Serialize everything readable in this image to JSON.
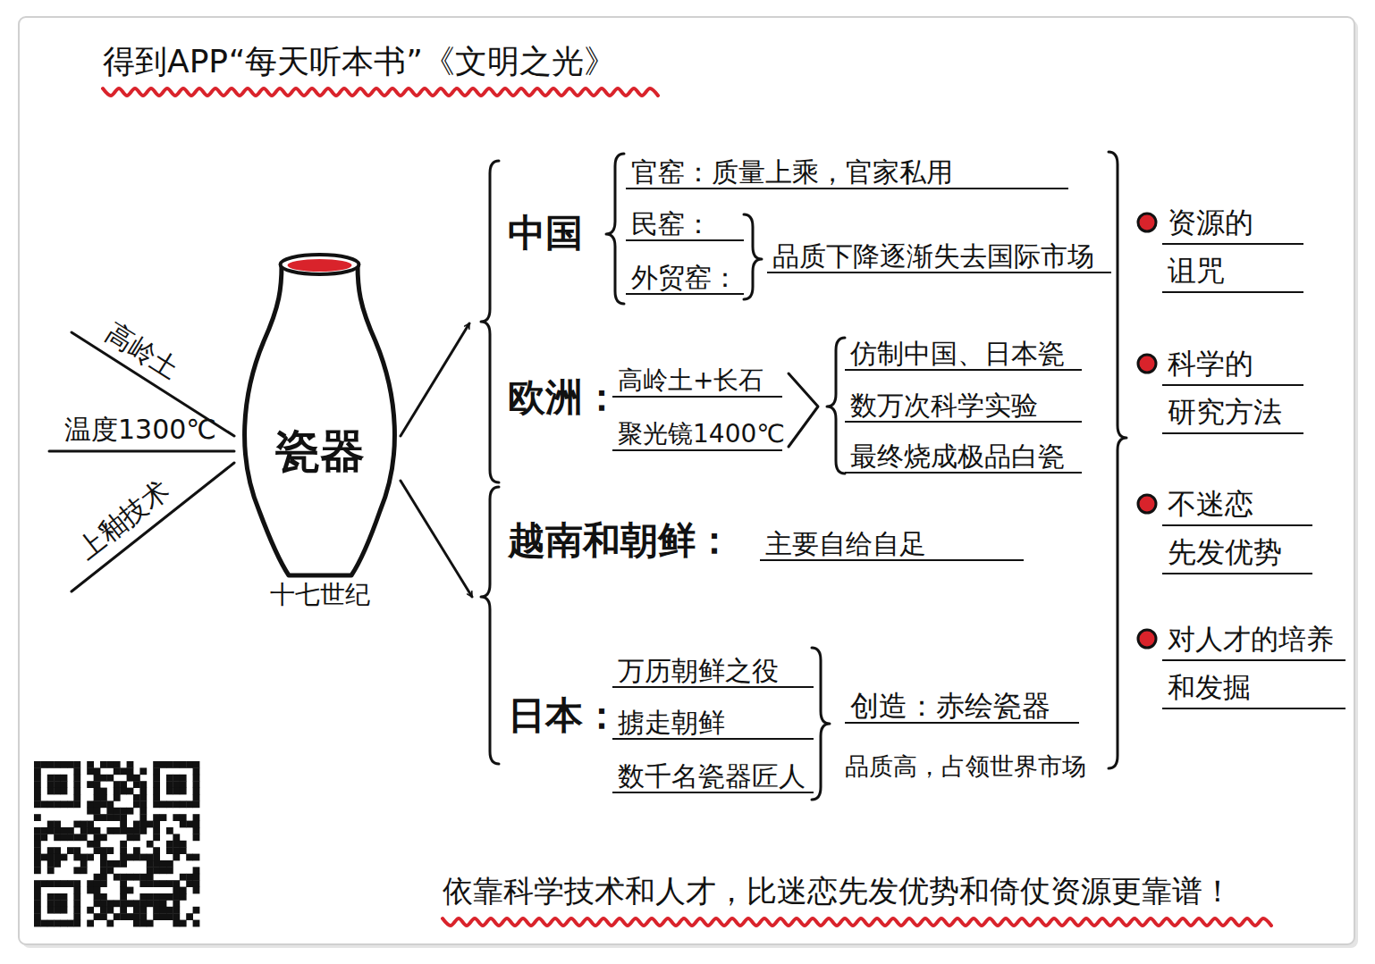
{
  "diagram": {
    "title": "得到APP“每天听本书”《文明之光》",
    "caption": "依靠科学技术和人才，比迷恋先发优势和倚仗资源更靠谱！",
    "nodes": [
      {
        "text": [
          "瓷器",
          "十七世纪"
        ]
      }
    ],
    "labels": [
      "高岭土",
      "温度1300℃",
      "上釉技术",
      "中国",
      "官窑：质量上乘，官家私用",
      "民窑：",
      "外贸窑：",
      "品质下降逐渐失去国际市场",
      "欧洲：",
      "高岭土+长石",
      "聚光镜1400℃",
      "仿制中国、日本瓷",
      "数万次科学实验",
      "最终烧成极品白瓷",
      "越南和朝鲜：",
      "主要自给自足",
      "日本：",
      "万历朝鲜之役",
      "掳走朝鲜",
      "数千名瓷器匠人",
      "创造：赤绘瓷器",
      "品质高，占领世界市场",
      "资源的 诅咒",
      "科学的 研究方法",
      "不迷恋 先发优势",
      "对人才的培养 和发掘"
    ]
  }
}
